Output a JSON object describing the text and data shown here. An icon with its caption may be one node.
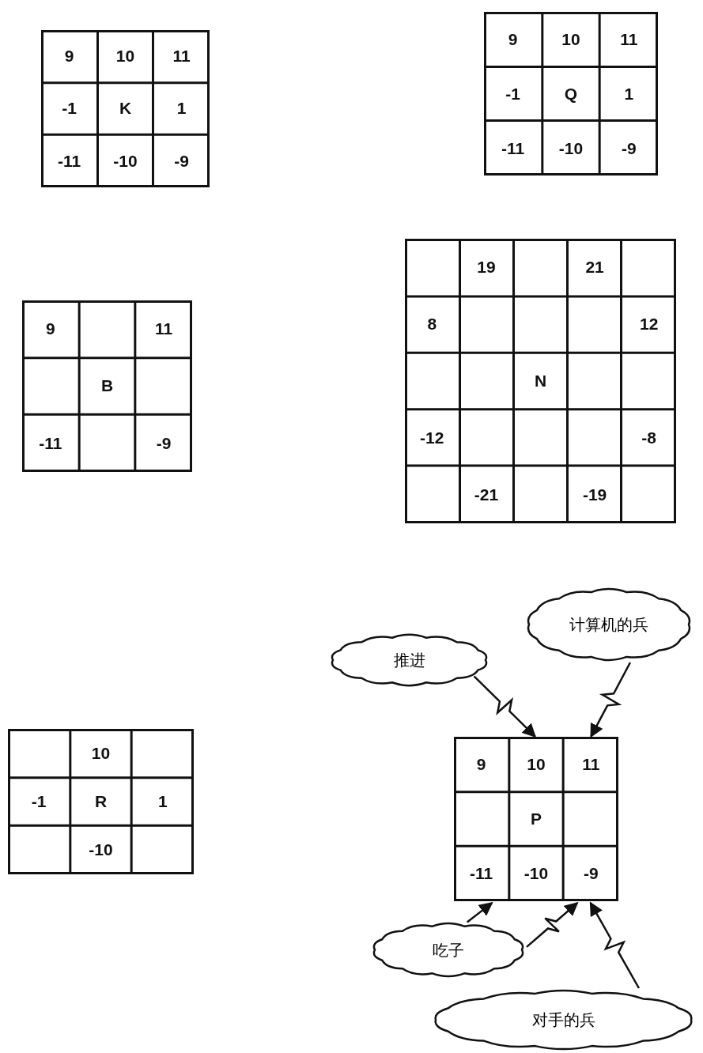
{
  "diagram": {
    "nodes": [
      {
        "text": [],
        "shape": "box"
      },
      {
        "text": [
          "9"
        ],
        "in": 0
      },
      {
        "text": [
          "10"
        ],
        "in": 0
      },
      {
        "text": [
          "11"
        ],
        "in": 0
      },
      {
        "text": [
          "-1"
        ],
        "in": 0
      },
      {
        "text": [
          "K"
        ],
        "in": 0
      },
      {
        "text": [
          "1"
        ],
        "in": 0
      },
      {
        "text": [
          "-11"
        ],
        "in": 0
      },
      {
        "text": [
          "-10"
        ],
        "in": 0
      },
      {
        "text": [
          "-9"
        ],
        "in": 0
      },
      {
        "text": [],
        "shape": "box"
      },
      {
        "text": [
          "9"
        ],
        "in": 10
      },
      {
        "text": [
          "10"
        ],
        "in": 10
      },
      {
        "text": [
          "11"
        ],
        "in": 10
      },
      {
        "text": [
          "-1"
        ],
        "in": 10
      },
      {
        "text": [
          "Q"
        ],
        "in": 10
      },
      {
        "text": [
          "1"
        ],
        "in": 10
      },
      {
        "text": [
          "-11"
        ],
        "in": 10
      },
      {
        "text": [
          "-10"
        ],
        "in": 10
      },
      {
        "text": [
          "-9"
        ],
        "in": 10
      },
      {
        "text": [],
        "shape": "box"
      },
      {
        "text": [
          "9"
        ],
        "in": 20
      },
      {
        "text": [
          "11"
        ],
        "in": 20
      },
      {
        "text": [
          "B"
        ],
        "in": 20
      },
      {
        "text": [
          "-11"
        ],
        "in": 20
      },
      {
        "text": [
          "-9"
        ],
        "in": 20
      },
      {
        "text": [],
        "shape": "box"
      },
      {
        "text": [
          "19"
        ],
        "in": 26
      },
      {
        "text": [
          "21"
        ],
        "in": 26
      },
      {
        "text": [
          "8"
        ],
        "in": 26
      },
      {
        "text": [
          "12"
        ],
        "in": 26
      },
      {
        "text": [
          "N"
        ],
        "in": 26
      },
      {
        "text": [
          "-12"
        ],
        "in": 26
      },
      {
        "text": [
          "-8"
        ],
        "in": 26
      },
      {
        "text": [
          "-21"
        ],
        "in": 26
      },
      {
        "text": [
          "-19"
        ],
        "in": 26
      },
      {
        "text": [
          "计算机的兵"
        ]
      },
      {
        "text": [
          "推进"
        ]
      },
      {
        "text": [],
        "shape": "box"
      },
      {
        "text": [
          "10"
        ],
        "in": 38
      },
      {
        "text": [
          "-1"
        ],
        "in": 38
      },
      {
        "text": [
          "R"
        ],
        "in": 38
      },
      {
        "text": [
          "1"
        ],
        "in": 38
      },
      {
        "text": [
          "-10"
        ],
        "in": 38
      },
      {
        "text": [],
        "shape": "box"
      },
      {
        "text": [
          "9"
        ],
        "in": 44
      },
      {
        "text": [
          "10"
        ],
        "in": 44
      },
      {
        "text": [
          "11"
        ],
        "in": 44
      },
      {
        "text": [
          "P"
        ],
        "in": 44
      },
      {
        "text": [
          "-11"
        ],
        "in": 44
      },
      {
        "text": [
          "-10"
        ],
        "in": 44
      },
      {
        "text": [
          "-9"
        ],
        "in": 44
      },
      {
        "text": [
          "吃子"
        ]
      },
      {
        "text": [
          "对手的兵"
        ]
      }
    ],
    "edges": [
      {
        "from": 36,
        "to": 47,
        "arrow": "to"
      },
      {
        "from": 37,
        "to": 46,
        "arrow": "to"
      },
      {
        "from": 52,
        "to": 49,
        "arrow": "to"
      },
      {
        "from": 52,
        "to": 51,
        "arrow": "to"
      },
      {
        "from": 53,
        "to": 51,
        "arrow": "to"
      }
    ]
  }
}
